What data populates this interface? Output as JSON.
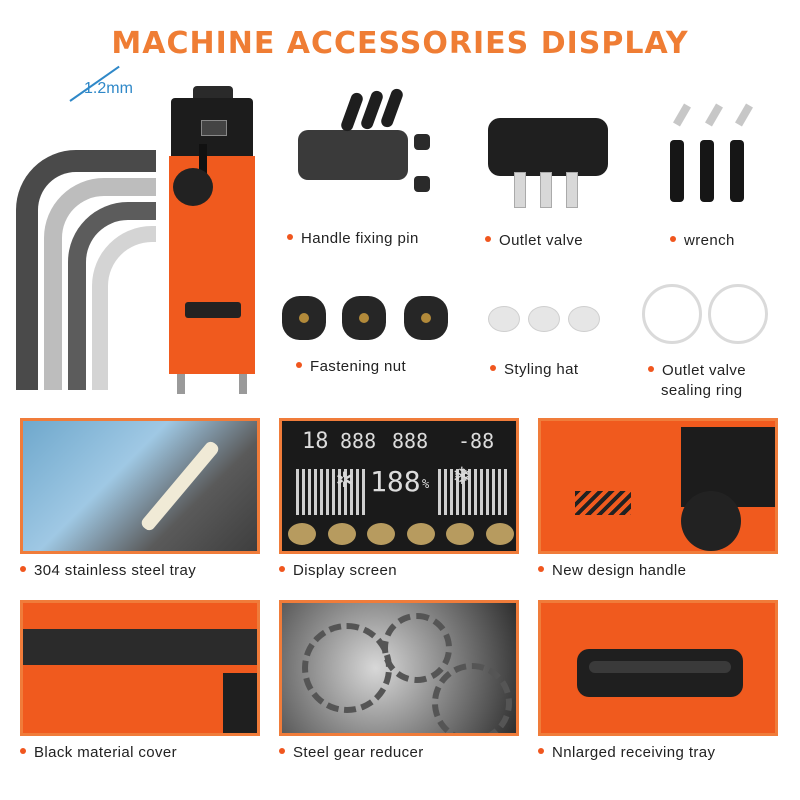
{
  "title": "MACHINE ACCESSORIES DISPLAY",
  "dimension_label": "1.2mm",
  "colors": {
    "accent": "#f0561e",
    "title": "#ef7d34",
    "dimension": "#2f88c8",
    "panel_border": "#f07c3a",
    "machine_body": "#f05a1e"
  },
  "accessories": [
    {
      "label": "Handle fixing pin"
    },
    {
      "label": "Outlet valve"
    },
    {
      "label": "wrench"
    },
    {
      "label": "Fastening nut"
    },
    {
      "label": "Styling hat"
    },
    {
      "label_line1": "Outlet valve",
      "label_line2": "sealing ring"
    }
  ],
  "panels": [
    {
      "label": "304 stainless steel tray"
    },
    {
      "label": "Display screen"
    },
    {
      "label": "New design handle"
    },
    {
      "label": "Black material cover"
    },
    {
      "label": "Steel gear reducer"
    },
    {
      "label": "Nnlarged receiving tray"
    }
  ],
  "display_screen": {
    "seg_left": "18",
    "seg_mid1": "888",
    "seg_mid2": "888",
    "seg_right": "-88",
    "main": "188",
    "unit": "%"
  }
}
